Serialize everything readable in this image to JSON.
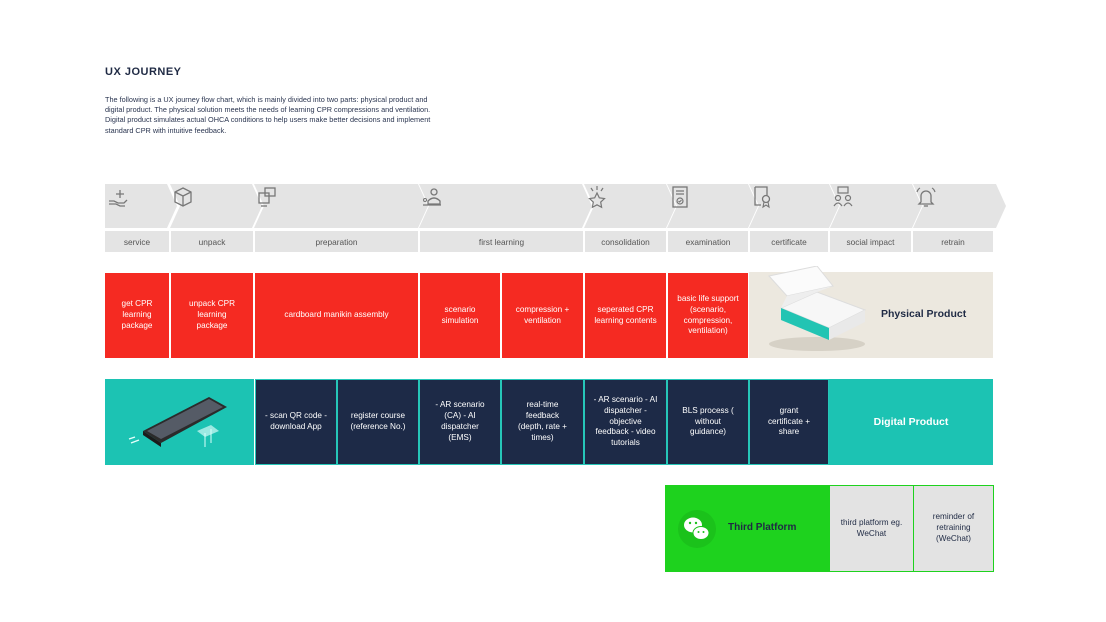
{
  "title": "UX JOURNEY",
  "description": "The following is a UX journey flow chart, which is mainly divided into two parts: physical product and digital product. The physical solution meets the needs of learning CPR compressions and ventilation. Digital product simulates actual OHCA conditions to help users make better decisions and implement standard CPR with intuitive feedback.",
  "stages": [
    {
      "label": "service",
      "icon": "hand-plus-icon"
    },
    {
      "label": "unpack",
      "icon": "cube-icon"
    },
    {
      "label": "preparation",
      "icon": "screens-icon"
    },
    {
      "label": "first learning",
      "icon": "person-board-icon"
    },
    {
      "label": "consolidation",
      "icon": "star-sparkle-icon"
    },
    {
      "label": "examination",
      "icon": "document-check-icon"
    },
    {
      "label": "certificate",
      "icon": "certificate-badge-icon"
    },
    {
      "label": "social impact",
      "icon": "people-network-icon"
    },
    {
      "label": "retrain",
      "icon": "bell-icon"
    }
  ],
  "physical": {
    "label": "Physical Product",
    "cells": [
      "get CPR learning package",
      "unpack CPR learning package",
      "cardboard manikin assembly",
      "scenario simulation",
      "compression + ventilation",
      "seperated CPR learning contents",
      "basic life support (scenario, compression, ventilation)"
    ]
  },
  "digital": {
    "label": "Digital Product",
    "cells": [
      "- scan QR code - download App",
      "register course (reference No.)",
      "- AR scenario (CA) - AI dispatcher (EMS)",
      "real-time feedback (depth, rate + times)",
      "- AR scenario - AI dispatcher - objective feedback - video tutorials",
      "BLS process ( without guidance)",
      "grant certificate + share"
    ]
  },
  "third": {
    "label": "Third Platform",
    "icon": "wechat-icon",
    "cells": [
      "third platform eg. WeChat",
      "reminder of retraining (WeChat)"
    ]
  },
  "colors": {
    "red": "#f52a22",
    "navy": "#1d2a47",
    "teal": "#1cc3b3",
    "green": "#1ed21e",
    "beige": "#ece8df",
    "arrow": "#e4e4e4"
  }
}
